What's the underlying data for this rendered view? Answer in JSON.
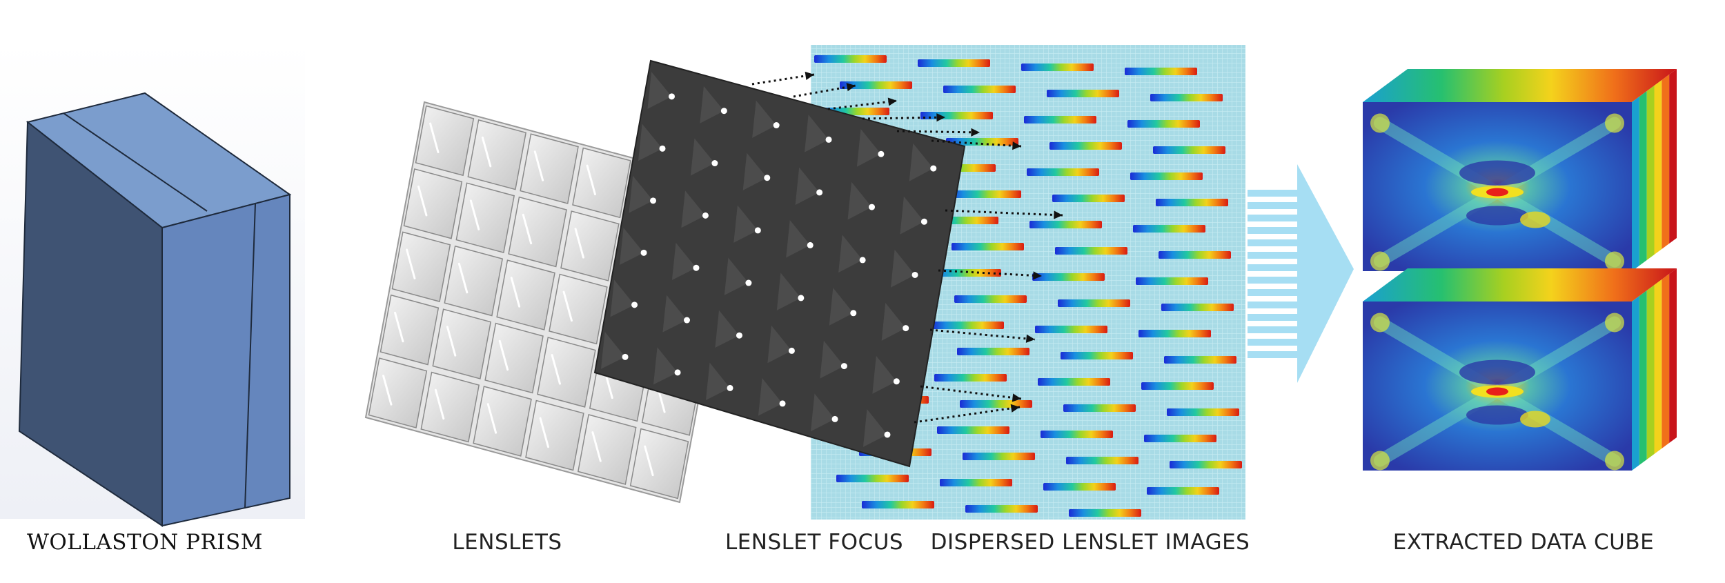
{
  "labels": {
    "wollaston_prism": "WOLLASTON PRISM",
    "lenslets": "LENSLETS",
    "lenslet_focus": "LENSLET FOCUS",
    "dispersed_lenslet_images": "DISPERSED LENSLET IMAGES",
    "extracted_data_cube": "EXTRACTED DATA CUBE"
  },
  "colors": {
    "prism_front": "#3f5474",
    "prism_side": "#6a8bc2",
    "prism_top": "#7a9ccc",
    "lenslet_grey": "#d4d4d4",
    "focus_plane": "#3a3a3a",
    "detector_bg": "#9fd4e0",
    "arrow": "#a7def3",
    "cube_face": "#3346b8"
  },
  "icons": {
    "prism": "wollaston-prism-icon",
    "arrow": "right-arrow-icon"
  }
}
